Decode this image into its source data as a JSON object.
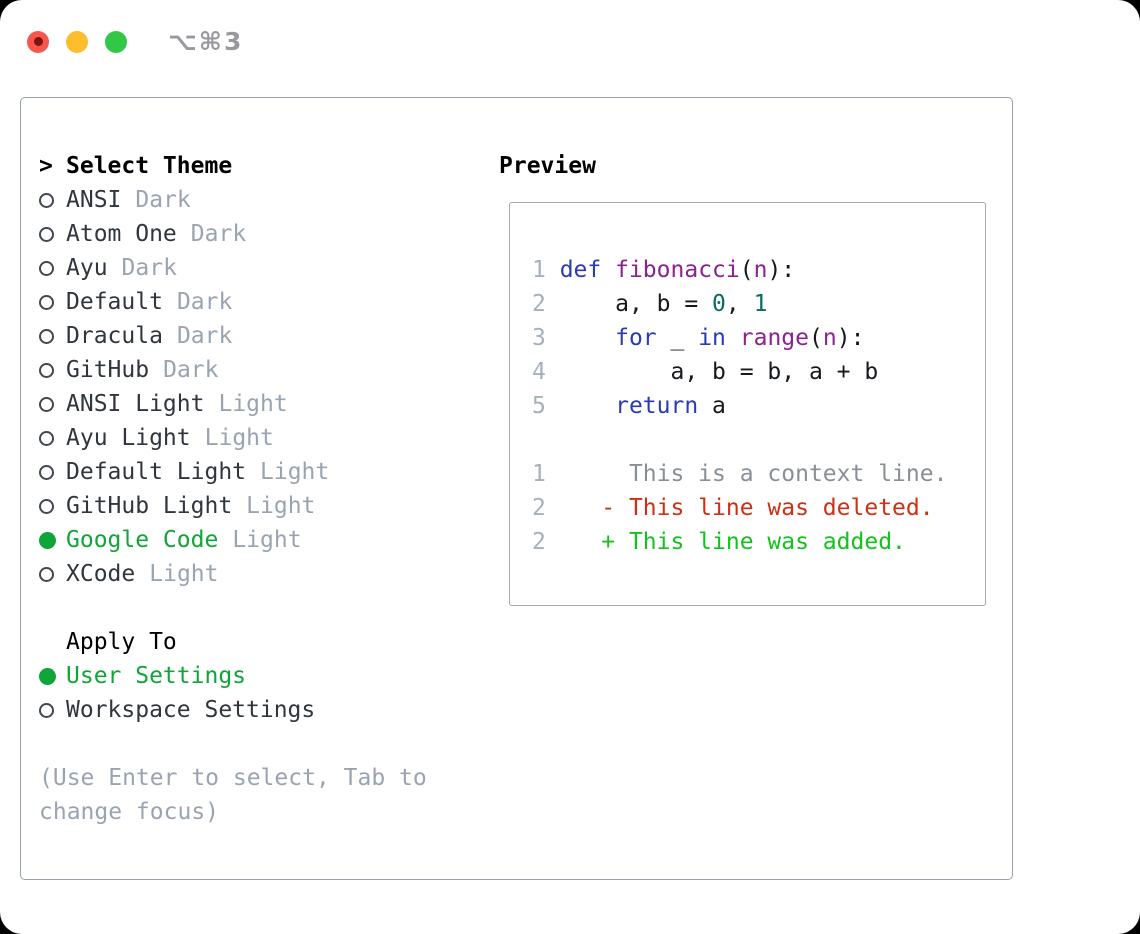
{
  "window": {
    "shortcut": "⌥⌘3",
    "traffic_lights": [
      "close-icon",
      "minimize-icon",
      "zoom-icon"
    ]
  },
  "theme_list": {
    "cursor": ">",
    "title": "Select Theme",
    "items": [
      {
        "name": "ANSI",
        "variant": "Dark",
        "selected": false
      },
      {
        "name": "Atom One",
        "variant": "Dark",
        "selected": false
      },
      {
        "name": "Ayu",
        "variant": "Dark",
        "selected": false
      },
      {
        "name": "Default",
        "variant": "Dark",
        "selected": false
      },
      {
        "name": "Dracula",
        "variant": "Dark",
        "selected": false
      },
      {
        "name": "GitHub",
        "variant": "Dark",
        "selected": false
      },
      {
        "name": "ANSI Light",
        "variant": "Light",
        "selected": false
      },
      {
        "name": "Ayu Light",
        "variant": "Light",
        "selected": false
      },
      {
        "name": "Default Light",
        "variant": "Light",
        "selected": false
      },
      {
        "name": "GitHub Light",
        "variant": "Light",
        "selected": false
      },
      {
        "name": "Google Code",
        "variant": "Light",
        "selected": true
      },
      {
        "name": "XCode",
        "variant": "Light",
        "selected": false
      }
    ]
  },
  "apply_to": {
    "title": "Apply To",
    "options": [
      {
        "label": "User Settings",
        "selected": true
      },
      {
        "label": "Workspace Settings",
        "selected": false
      }
    ]
  },
  "help_lines": [
    "(Use Enter to select, Tab to",
    "change focus)"
  ],
  "preview": {
    "title": "Preview",
    "code_lines": [
      [
        {
          "c": "ln",
          "t": "1 "
        },
        {
          "c": "kw",
          "t": "def"
        },
        {
          "c": "pl",
          "t": " "
        },
        {
          "c": "fn",
          "t": "fibonacci"
        },
        {
          "c": "pl",
          "t": "("
        },
        {
          "c": "fn",
          "t": "n"
        },
        {
          "c": "pl",
          "t": "):"
        }
      ],
      [
        {
          "c": "ln",
          "t": "2 "
        },
        {
          "c": "pl",
          "t": "    a, b = "
        },
        {
          "c": "num",
          "t": "0"
        },
        {
          "c": "pl",
          "t": ", "
        },
        {
          "c": "num",
          "t": "1"
        }
      ],
      [
        {
          "c": "ln",
          "t": "3 "
        },
        {
          "c": "pl",
          "t": "    "
        },
        {
          "c": "kw",
          "t": "for"
        },
        {
          "c": "pl",
          "t": " _ "
        },
        {
          "c": "kw",
          "t": "in"
        },
        {
          "c": "pl",
          "t": " "
        },
        {
          "c": "fn",
          "t": "range"
        },
        {
          "c": "pl",
          "t": "("
        },
        {
          "c": "fn",
          "t": "n"
        },
        {
          "c": "pl",
          "t": "):"
        }
      ],
      [
        {
          "c": "ln",
          "t": "4 "
        },
        {
          "c": "pl",
          "t": "        a, b = b, a + b"
        }
      ],
      [
        {
          "c": "ln",
          "t": "5 "
        },
        {
          "c": "pl",
          "t": "    "
        },
        {
          "c": "kw",
          "t": "return"
        },
        {
          "c": "pl",
          "t": " a"
        }
      ],
      [],
      [
        {
          "c": "ln",
          "t": "1 "
        },
        {
          "c": "ctx",
          "t": "     This is a context line."
        }
      ],
      [
        {
          "c": "ln",
          "t": "2 "
        },
        {
          "c": "del",
          "t": "   - This line was deleted."
        }
      ],
      [
        {
          "c": "ln",
          "t": "2 "
        },
        {
          "c": "add",
          "t": "   + This line was added."
        }
      ]
    ]
  },
  "colors": {
    "accent_green": "#10a538",
    "added_green": "#13c31d",
    "deleted_red": "#ce2f16",
    "keyword_blue": "#2b3ab5",
    "function_purple": "#8a2390",
    "number_teal": "#0d6a60",
    "muted_gray": "#9aa4b1",
    "context_gray": "#888f96",
    "line_number_gray": "#a6b0bc",
    "border_gray": "#99a1ac",
    "traffic_red": "#f6564f",
    "traffic_yellow": "#fcbd2f",
    "traffic_green": "#33c748"
  }
}
